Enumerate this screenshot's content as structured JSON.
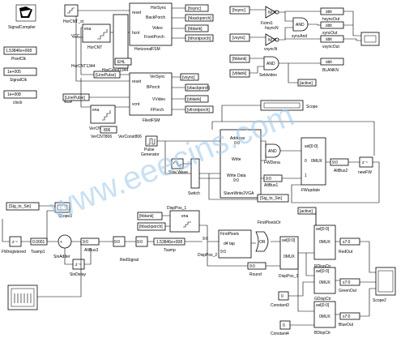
{
  "watermark": "www.eeecins.com",
  "blocks": {
    "signal_compiler": "SignalCompiler",
    "pixelclk_value": "1.53846e+008",
    "pixelclk_label": "PixelClk",
    "signalclk_value": "1e+005",
    "signalclk_label": "SignalClk",
    "clock_value": "1e+008",
    "clock_label": "clock",
    "horcnt_st": "HorCNT_st",
    "horcnt": "HorCNT",
    "vcc": "VCC",
    "horcnt1344": "HorCNT1344",
    "ehl": "EHL",
    "horconst1344": "HorConst1344",
    "horizontal_fsm": "HorizonalFSM",
    "vertical_fsm": "FiledFSM",
    "vercnt": "VerCNT",
    "v806": "806",
    "vercnt806": "VerCNT806",
    "verconst806": "VerConst806",
    "fsimi": "Fsimi1",
    "hsyncn": "hsyncN",
    "vsyncn": "vsyncN",
    "syncand": "syncAnd",
    "seldvideo": "Seldvideo",
    "hsyncout": "hsyncOut",
    "vsyncout": "vsyncOut",
    "syncout": "syncOut",
    "blankn": "BLANKN",
    "scope": "Scope",
    "pulse": "Pulse",
    "generator": "Generator",
    "sine_wave": "Sine Wave",
    "switch": "Switch",
    "slavewrite": "SlaveWrite2VGA",
    "altbus1": "AltBus1",
    "fwdena": "FWDena",
    "fwupdate": "FWupdate",
    "altbus2": "AltBus2",
    "newfw": "newFW",
    "scope3": "Scope3",
    "fwregistered": "FWregistered",
    "tsamp1_value": "0.0001",
    "tsamp1": "Tsamp1",
    "sinadder": "SinAdder",
    "altbus3": "AltBus3",
    "sindelay": "SinDelay",
    "redsignal": "RedSignal",
    "tsamp_value": "1.53846e+008",
    "tsamp": "Tsamp",
    "disppos1": "DispPos_1",
    "firstpixels": "FirstPixels",
    "disppos2": "DispPos_2",
    "firstpixelsor": "FirstPixelsOr",
    "round": "Round",
    "disppos3": "DispPos_3",
    "rdispctr": "RDispCtr",
    "redout": "RedOut",
    "gdispctr": "GDispCtr",
    "greenout": "GreenOut",
    "bdispctr": "BDispCtr",
    "blueout": "BlueOut",
    "constant3": "Constant3",
    "constant4": "Constant4",
    "scope2": "Scope2"
  },
  "tags": {
    "hsync": "[hsync]",
    "hbackporch": "[hbackporch]",
    "hblank": "[hblank]",
    "hfrontporch": "[hfrontporch]",
    "linepulse": "[LinePulse]",
    "vsync": "[vsync]",
    "vbackporch": "[vbackporch]",
    "vblank": "[vblank]",
    "vfrontporch": "[vfrontporch]",
    "active": "[active]",
    "sig_to_sin": "[Sig_to_Sin]"
  },
  "ports": {
    "ena": "ena",
    "reset": "reset",
    "hcnt": "hcnt",
    "horsync": "HorSync",
    "backporch": "BackPorch",
    "video": "Video",
    "frontporch": "FrontPorch",
    "vcnt": "vcnt",
    "versync": "VerSync",
    "bporch": "BPorch",
    "vvideo": "VVideo",
    "fporch": "FPorch",
    "sbit": "sbit",
    "address": "Address",
    "addr_range": "0:0",
    "write": "Write",
    "write_data": "Write Data",
    "wd_range": "9:0",
    "bus9": "9:0",
    "bus90": "9:0",
    "bus70": "s7:0",
    "sel10": "sel[0:0]",
    "zero": "0",
    "one": "1",
    "mux": "0MUX",
    "zinv": "z⁻¹",
    "plus": "+",
    "d4tap": "d4 tap"
  },
  "gates": {
    "not": "NOT",
    "and": "AND",
    "or": "OR"
  }
}
